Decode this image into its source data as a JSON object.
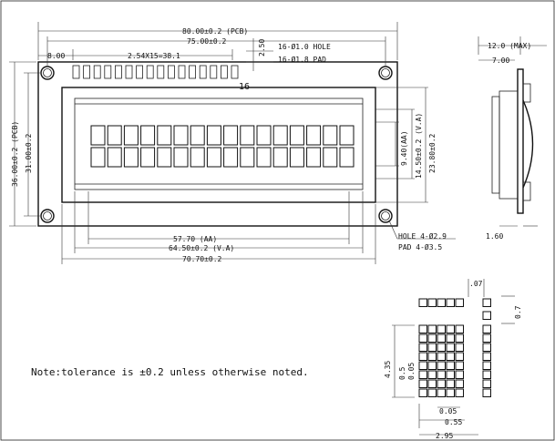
{
  "pcb_width_dim": "80.00±0.2 (PCB)",
  "hole_span_dim": "75.00±0.2",
  "pin_offset_dim": "8.00",
  "pin_pitch_dim": "2.54X15=38.1",
  "pin_vertical_dim": "2.50",
  "pin_hole_dim": "16-Ø1.0 HOLE",
  "pin_pad_dim": "16-Ø1.8 PAD",
  "pin_end_label": "16",
  "pcb_height_dim": "36.00±0.2 (PCB)",
  "hole_vspan_dim": "31.00±0.2",
  "aa_height_dim": "9.40(AA)",
  "va_height_dim": "14.50±0.2 (V.A)",
  "bezel_height_dim": "23.80±0.2",
  "aa_width_dim": "57.70 (AA)",
  "va_width_dim": "64.50±0.2 (V.A)",
  "bezel_width_dim": "70.70±0.2",
  "mount_hole_dim": "HOLE 4-Ø2.9",
  "mount_pad_dim": "PAD  4-Ø3.5",
  "side_max_dim": "12.0 (MAX)",
  "side_depth_dim": "7.00",
  "side_pcb_dim": "1.60",
  "note": "Note:tolerance is ±0.2 unless otherwise noted.",
  "char_dots_h": 5,
  "char_dots_v": 8,
  "chars_per_row": 16,
  "rows": 2,
  "dot_07": ".07",
  "dot_07b": "0.7",
  "char_height_dim": "4.35",
  "dot_pitch_v": "0.5",
  "dot_gap_v": "0.05",
  "dot_gap_h": "0.05",
  "dot_pitch_h": "0.55",
  "char_width_dim": "2.95"
}
